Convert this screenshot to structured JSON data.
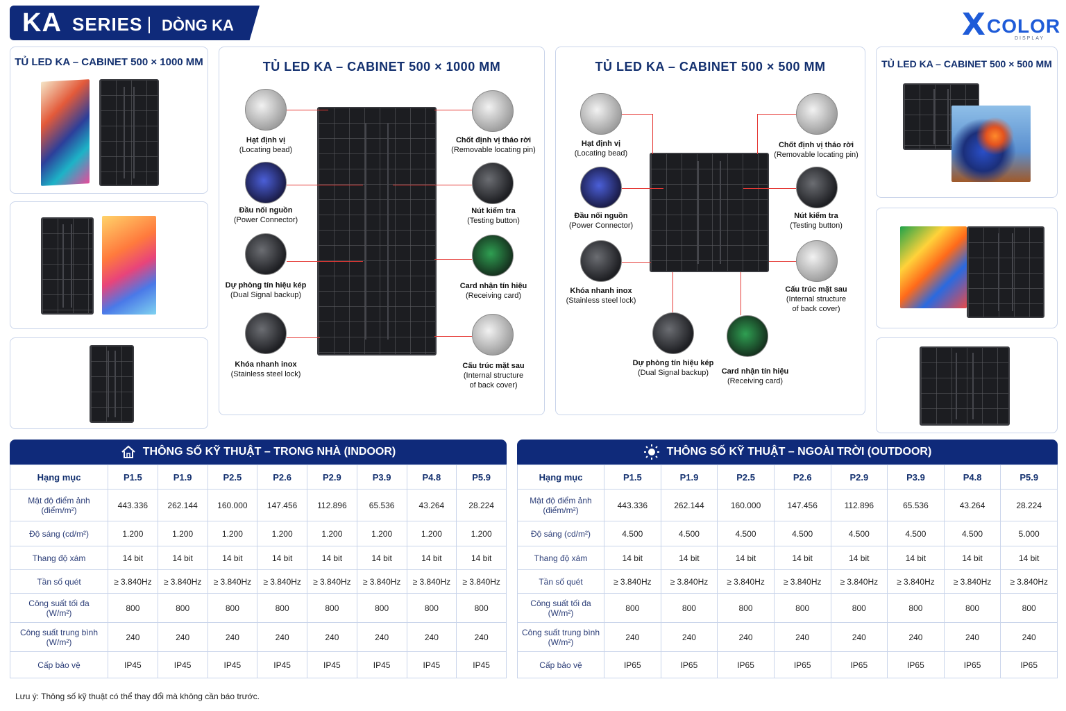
{
  "header": {
    "series": "KA",
    "series_word": "SERIES",
    "subtitle": "DÒNG KA"
  },
  "logo": {
    "x": "X",
    "word": "COLOR",
    "sub": "DISPLAY"
  },
  "thumbs_left": {
    "title": "TỦ LED KA – CABINET 500 × 1000 MM"
  },
  "thumbs_right": {
    "title": "TỦ LED KA – CABINET 500 × 500 MM"
  },
  "panel_1000": {
    "title": "TỦ LED KA – CABINET 500 × 1000 MM",
    "callouts": [
      {
        "vi": "Hạt định vị",
        "en": "(Locating bead)"
      },
      {
        "vi": "Đầu nối nguồn",
        "en": "(Power Connector)"
      },
      {
        "vi": "Dự phòng tín hiệu kép",
        "en": "(Dual Signal backup)"
      },
      {
        "vi": "Khóa nhanh inox",
        "en": "(Stainless steel lock)"
      },
      {
        "vi": "Chốt định vị tháo rời",
        "en": "(Removable locating pin)"
      },
      {
        "vi": "Nút kiểm tra",
        "en": "(Testing button)"
      },
      {
        "vi": "Card nhận tín hiệu",
        "en": "(Receiving card)"
      },
      {
        "vi": "Cấu trúc mặt sau",
        "en": "(Internal structure",
        "en2": "of back cover)"
      }
    ]
  },
  "panel_500": {
    "title": "TỦ LED KA  –  CABINET 500  ×  500 MM",
    "callouts": [
      {
        "vi": "Hạt định vị",
        "en": "(Locating bead)"
      },
      {
        "vi": "Đầu nối nguồn",
        "en": "(Power Connector)"
      },
      {
        "vi": "Khóa nhanh inox",
        "en": "(Stainless steel lock)"
      },
      {
        "vi": "Dự phòng tín hiệu kép",
        "en": "(Dual Signal backup)"
      },
      {
        "vi": "Card nhận tín hiệu",
        "en": "(Receiving card)"
      },
      {
        "vi": "Chốt định vị tháo rời",
        "en": "(Removable locating pin)"
      },
      {
        "vi": "Nút kiểm tra",
        "en": "(Testing button)"
      },
      {
        "vi": "Cấu trúc mặt sau",
        "en": "(Internal structure",
        "en2": "of back cover)"
      }
    ]
  },
  "indoor": {
    "title": "THÔNG SỐ KỸ THUẬT – TRONG NHÀ (INDOOR)",
    "headers": [
      "Hạng mục",
      "P1.5",
      "P1.9",
      "P2.5",
      "P2.6",
      "P2.9",
      "P3.9",
      "P4.8",
      "P5.9"
    ],
    "rows": [
      {
        "cat": "Mật độ điểm ảnh",
        "cat2": "(điểm/m²)",
        "vals": [
          "443.336",
          "262.144",
          "160.000",
          "147.456",
          "112.896",
          "65.536",
          "43.264",
          "28.224"
        ]
      },
      {
        "cat": "Độ sáng (cd/m²)",
        "cat2": "",
        "vals": [
          "1.200",
          "1.200",
          "1.200",
          "1.200",
          "1.200",
          "1.200",
          "1.200",
          "1.200"
        ]
      },
      {
        "cat": "Thang độ xám",
        "cat2": "",
        "vals": [
          "14 bit",
          "14 bit",
          "14 bit",
          "14 bit",
          "14 bit",
          "14 bit",
          "14 bit",
          "14 bit"
        ]
      },
      {
        "cat": "Tần số quét",
        "cat2": "",
        "vals": [
          "≥ 3.840Hz",
          "≥ 3.840Hz",
          "≥ 3.840Hz",
          "≥ 3.840Hz",
          "≥ 3.840Hz",
          "≥ 3.840Hz",
          "≥ 3.840Hz",
          "≥ 3.840Hz"
        ]
      },
      {
        "cat": "Công suất tối đa",
        "cat2": "(W/m²)",
        "vals": [
          "800",
          "800",
          "800",
          "800",
          "800",
          "800",
          "800",
          "800"
        ]
      },
      {
        "cat": "Công suất trung bình",
        "cat2": "(W/m²)",
        "vals": [
          "240",
          "240",
          "240",
          "240",
          "240",
          "240",
          "240",
          "240"
        ]
      },
      {
        "cat": "Cấp bảo vệ",
        "cat2": "",
        "vals": [
          "IP45",
          "IP45",
          "IP45",
          "IP45",
          "IP45",
          "IP45",
          "IP45",
          "IP45"
        ]
      }
    ]
  },
  "outdoor": {
    "title": "THÔNG SỐ KỸ THUẬT – NGOÀI TRỜI (OUTDOOR)",
    "headers": [
      "Hạng mục",
      "P1.5",
      "P1.9",
      "P2.5",
      "P2.6",
      "P2.9",
      "P3.9",
      "P4.8",
      "P5.9"
    ],
    "rows": [
      {
        "cat": "Mật độ điểm ảnh",
        "cat2": "(điểm/m²)",
        "vals": [
          "443.336",
          "262.144",
          "160.000",
          "147.456",
          "112.896",
          "65.536",
          "43.264",
          "28.224"
        ]
      },
      {
        "cat": "Độ sáng (cd/m²)",
        "cat2": "",
        "vals": [
          "4.500",
          "4.500",
          "4.500",
          "4.500",
          "4.500",
          "4.500",
          "4.500",
          "5.000"
        ]
      },
      {
        "cat": "Thang độ xám",
        "cat2": "",
        "vals": [
          "14 bit",
          "14 bit",
          "14 bit",
          "14 bit",
          "14 bit",
          "14 bit",
          "14 bit",
          "14 bit"
        ]
      },
      {
        "cat": "Tần số quét",
        "cat2": "",
        "vals": [
          "≥ 3.840Hz",
          "≥ 3.840Hz",
          "≥ 3.840Hz",
          "≥ 3.840Hz",
          "≥ 3.840Hz",
          "≥ 3.840Hz",
          "≥ 3.840Hz",
          "≥ 3.840Hz"
        ]
      },
      {
        "cat": "Công suất tối đa",
        "cat2": "(W/m²)",
        "vals": [
          "800",
          "800",
          "800",
          "800",
          "800",
          "800",
          "800",
          "800"
        ]
      },
      {
        "cat": "Công suất trung bình",
        "cat2": "(W/m²)",
        "vals": [
          "240",
          "240",
          "240",
          "240",
          "240",
          "240",
          "240",
          "240"
        ]
      },
      {
        "cat": "Cấp bảo vệ",
        "cat2": "",
        "vals": [
          "IP65",
          "IP65",
          "IP65",
          "IP65",
          "IP65",
          "IP65",
          "IP65",
          "IP65"
        ]
      }
    ]
  },
  "note": "Lưu ý: Thông số kỹ thuật có thể thay đổi mà không cần báo trước.",
  "colors": {
    "navy": "#0f2a7a",
    "accent_red": "#e53935",
    "logo_blue": "#1e5bd8"
  }
}
